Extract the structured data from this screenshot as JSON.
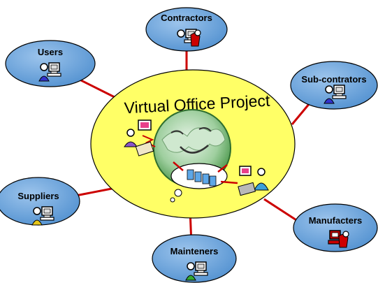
{
  "diagram": {
    "title": "Virtual Office Project",
    "colors": {
      "center_fill": "#FFFF66",
      "satellite_fill": "#6FA8DC",
      "connector": "#CC0000",
      "outline": "#000000"
    },
    "nodes": [
      {
        "id": "contractors",
        "label": "Contractors",
        "icon": "person-at-computer-icon",
        "person_color": "#CC0000"
      },
      {
        "id": "users",
        "label": "Users",
        "icon": "person-at-computer-icon",
        "person_color": "#3333CC"
      },
      {
        "id": "sub-contractors",
        "label": "Sub-contrators",
        "icon": "person-at-computer-icon",
        "person_color": "#3333CC"
      },
      {
        "id": "suppliers",
        "label": "Suppliers",
        "icon": "person-at-computer-icon",
        "person_color": "#E6C619"
      },
      {
        "id": "manufacturers",
        "label": "Manufacters",
        "icon": "person-at-computer-icon",
        "person_color": "#CC0000"
      },
      {
        "id": "mainteners",
        "label": "Mainteners",
        "icon": "person-at-computer-icon",
        "person_color": "#33AA33"
      }
    ]
  }
}
